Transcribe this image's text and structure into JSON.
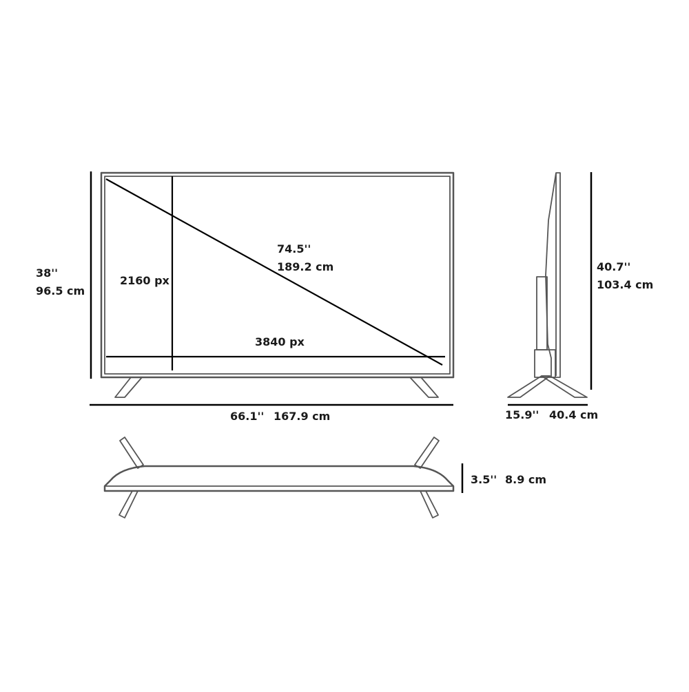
{
  "front_view": {
    "height_in": "38''",
    "height_cm": "96.5 cm",
    "width_in": "66.1''",
    "width_cm": "167.9 cm",
    "diagonal_in": "74.5''",
    "diagonal_cm": "189.2 cm",
    "vertical_resolution": "2160 px",
    "horizontal_resolution": "3840 px"
  },
  "side_view": {
    "height_in": "40.7''",
    "height_cm": "103.4 cm",
    "depth_in": "15.9''",
    "depth_cm": "40.4 cm"
  },
  "top_view": {
    "thickness_in": "3.5''",
    "thickness_cm": "8.9 cm"
  }
}
